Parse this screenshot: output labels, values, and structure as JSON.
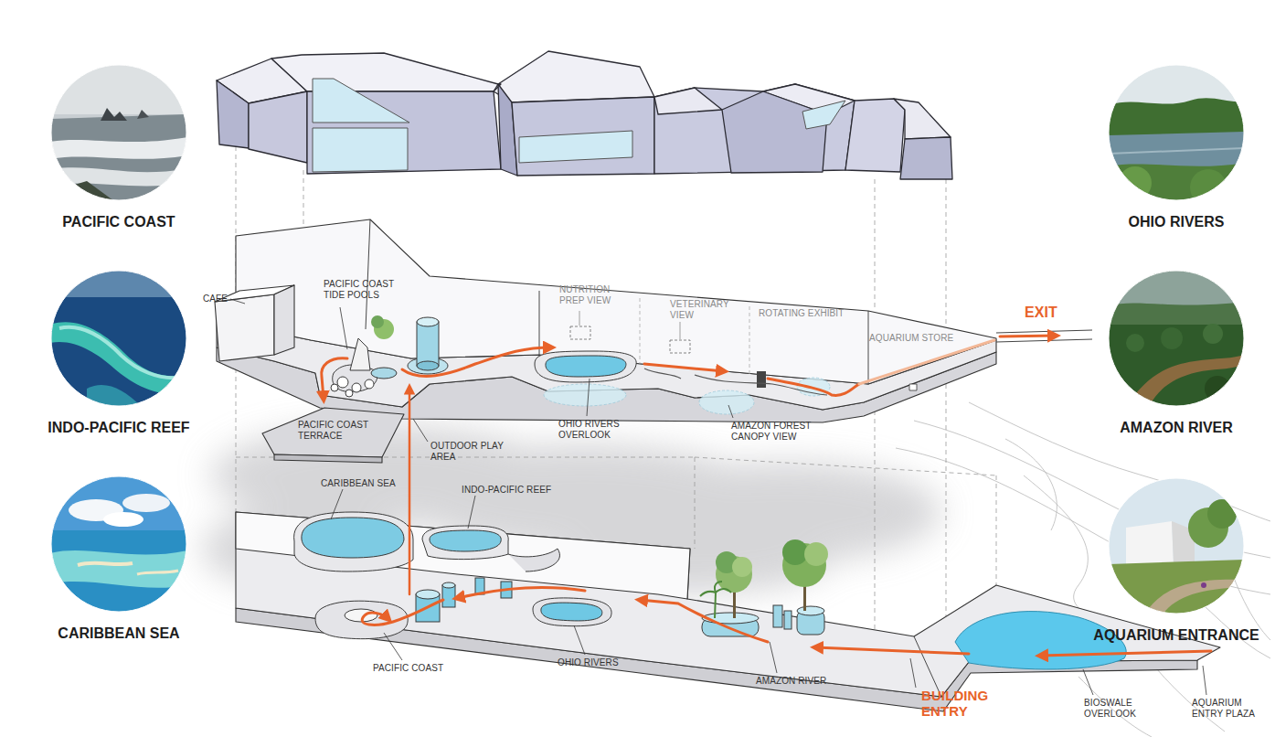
{
  "diagram": {
    "nodes": [
      {
        "text": [
          "PACIFIC COAST"
        ]
      },
      {
        "text": [
          "INDO-PACIFIC REEF"
        ]
      },
      {
        "text": [
          "CARIBBEAN SEA"
        ]
      },
      {
        "text": [
          "OHIO RIVERS"
        ]
      },
      {
        "text": [
          "AMAZON RIVER"
        ]
      },
      {
        "text": [
          "AQUARIUM ENTRANCE"
        ]
      }
    ],
    "labels": [
      "CAFE",
      "PACIFIC COAST TIDE POOLS",
      "NUTRITION PREP VIEW",
      "VETERINARY VIEW",
      "ROTATING EXHIBIT",
      "AQUARIUM STORE",
      "EXIT",
      "PACIFIC COAST TERRACE",
      "OUTDOOR PLAY AREA",
      "OHIO RIVERS OVERLOOK",
      "AMAZON FOREST CANOPY VIEW",
      "CARIBBEAN SEA",
      "INDO-PACIFIC REEF",
      "PACIFIC COAST",
      "OHIO RIVERS",
      "AMAZON RIVER",
      "BUILDING ENTRY",
      "BIOSWALE OVERLOOK",
      "AQUARIUM ENTRY PLAZA"
    ]
  }
}
